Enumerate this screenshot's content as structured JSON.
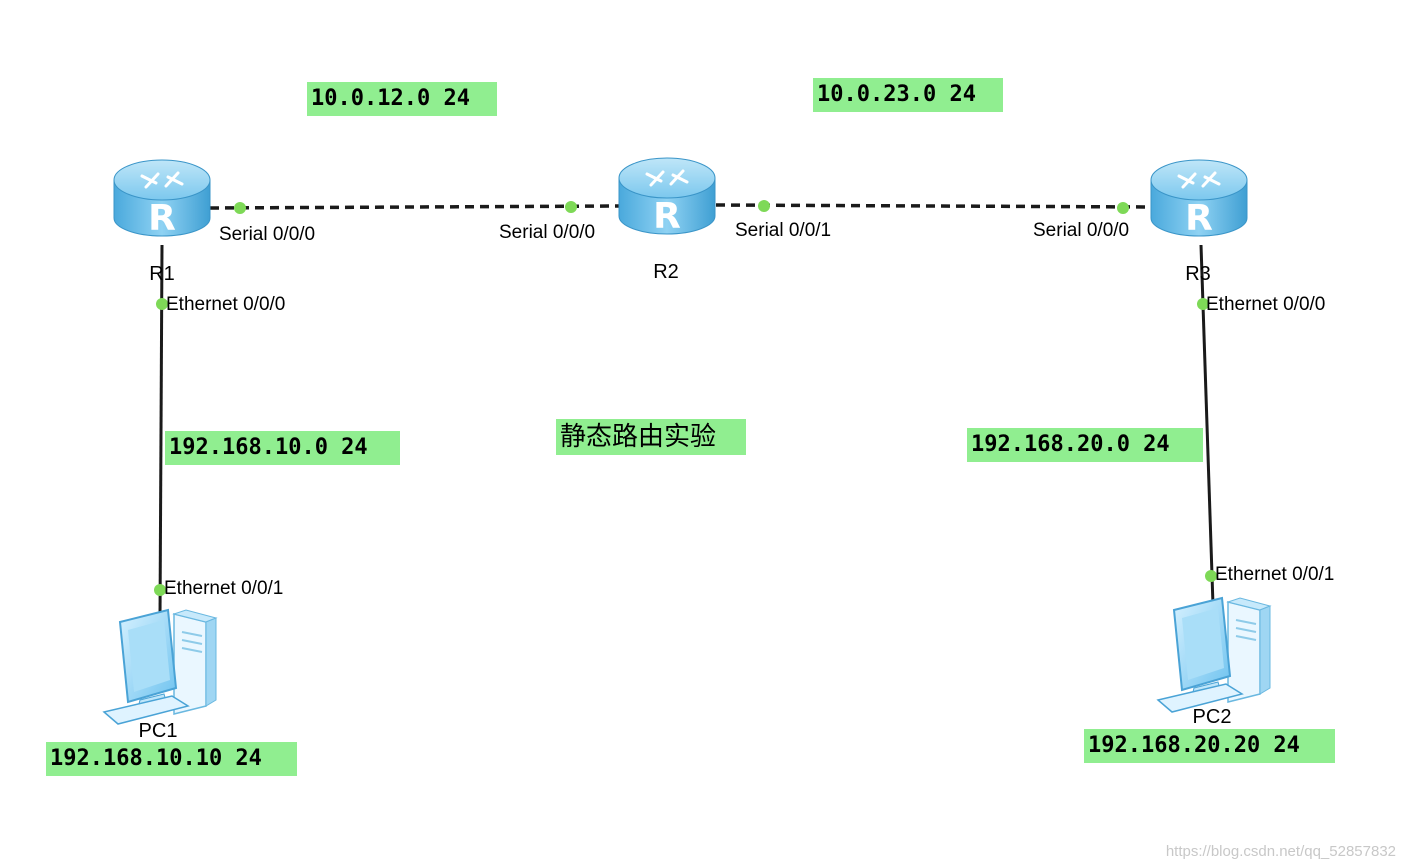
{
  "diagram": {
    "title": "静态路由实验",
    "networks": {
      "r1_r2": "10.0.12.0 24",
      "r2_r3": "10.0.23.0 24",
      "r1_pc1": "192.168.10.0 24",
      "r3_pc2": "192.168.20.0 24"
    },
    "devices": {
      "r1": "R1",
      "r2": "R2",
      "r3": "R3",
      "pc1": "PC1",
      "pc2": "PC2"
    },
    "ports": {
      "r1_serial": "Serial 0/0/0",
      "r2_serial0": "Serial 0/0/0",
      "r2_serial1": "Serial 0/0/1",
      "r3_serial": "Serial 0/0/0",
      "r1_eth": "Ethernet 0/0/0",
      "pc1_eth": "Ethernet 0/0/1",
      "r3_eth": "Ethernet 0/0/0",
      "pc2_eth": "Ethernet 0/0/1"
    },
    "hosts": {
      "pc1_ip": "192.168.10.10 24",
      "pc2_ip": "192.168.20.20 24"
    }
  },
  "watermark": "https://blog.csdn.net/qq_52857832",
  "colors": {
    "label_bg": "#90ee90",
    "port_dot": "#7ed957",
    "router": "#58b8e8",
    "link": "#1a1a1a"
  },
  "icons": [
    "router-icon",
    "pc-icon"
  ]
}
